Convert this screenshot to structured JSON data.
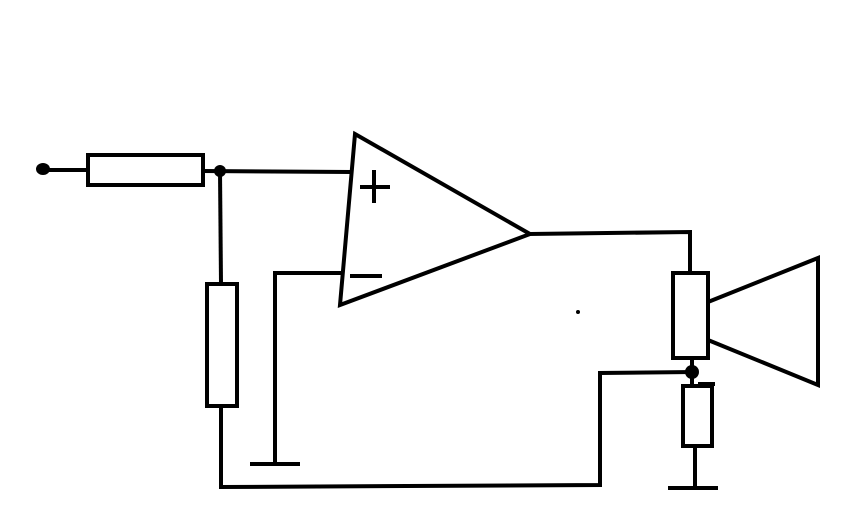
{
  "diagram": {
    "stroke_color": "#000000",
    "background_color": "#ffffff",
    "components": [
      {
        "id": "input-terminal",
        "kind": "terminal"
      },
      {
        "id": "series-resistor",
        "kind": "resistor"
      },
      {
        "id": "shunt-resistor",
        "kind": "resistor"
      },
      {
        "id": "op-amp",
        "kind": "operational-amplifier"
      },
      {
        "id": "sense-resistor",
        "kind": "resistor"
      },
      {
        "id": "speaker",
        "kind": "loudspeaker"
      },
      {
        "id": "non-inverting-input-mark",
        "kind": "symbol",
        "symbol": "+"
      },
      {
        "id": "inverting-input-mark",
        "kind": "symbol",
        "symbol": "−"
      },
      {
        "id": "ground-left",
        "kind": "ground"
      },
      {
        "id": "ground-right",
        "kind": "ground"
      }
    ]
  }
}
